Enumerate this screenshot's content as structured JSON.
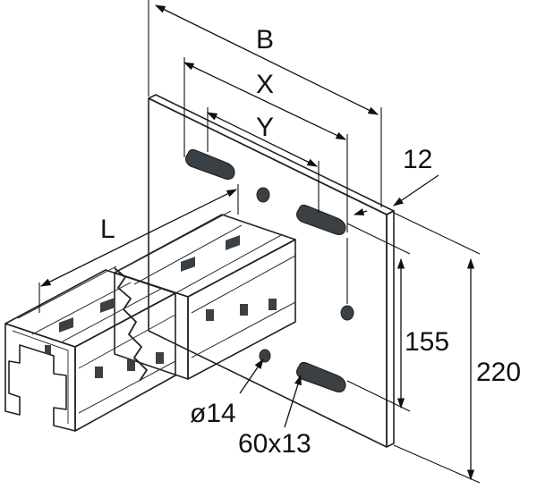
{
  "diagram": {
    "labels": {
      "B": "B",
      "X": "X",
      "Y": "Y",
      "L": "L",
      "thickness": "12",
      "slot_spacing": "155",
      "plate_height": "220",
      "hole_diameter": "ø14",
      "slot_size": "60x13"
    },
    "colors": {
      "plate_face": "#cfd4d8",
      "plate_edge": "#8e969c",
      "rail_light": "#d4d9dc",
      "rail_mid": "#aeb5ba",
      "rail_dark": "#858c92",
      "line": "#111111"
    }
  }
}
